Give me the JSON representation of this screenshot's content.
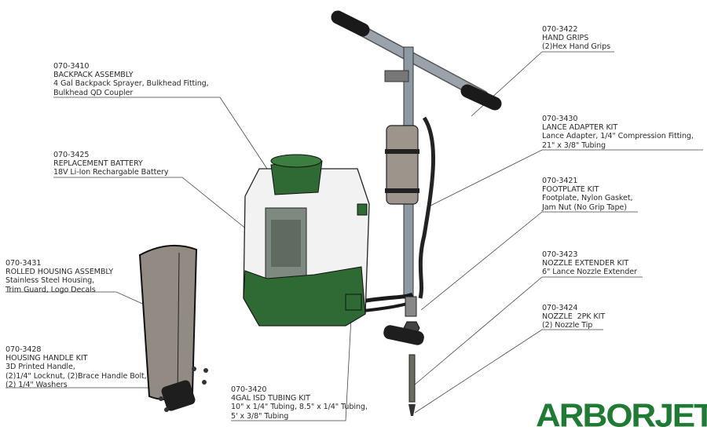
{
  "callouts": [
    {
      "part": "070-3410",
      "title": "BACKPACK ASSEMBLY",
      "lines": [
        "4 Gal Backpack Sprayer, Bulkhead Fitting,",
        "Bulkhead QD Coupler"
      ]
    },
    {
      "part": "070-3425",
      "title": "REPLACEMENT BATTERY",
      "lines": [
        "18V Li-Ion Rechargable Battery"
      ]
    },
    {
      "part": "070-3431",
      "title": "ROLLED HOUSING ASSEMBLY",
      "lines": [
        "Stainless Steel Housing,",
        "Trim Guard, Logo Decals"
      ]
    },
    {
      "part": "070-3428",
      "title": "HOUSING HANDLE KIT",
      "lines": [
        "3D Printed Handle,",
        "(2)1/4\" Locknut, (2)Brace Handle Bolt,",
        "(2) 1/4\" Washers"
      ]
    },
    {
      "part": "070-3422",
      "title": "HAND GRIPS",
      "lines": [
        "(2)Hex Hand Grips"
      ]
    },
    {
      "part": "070-3430",
      "title": "LANCE ADAPTER KIT",
      "lines": [
        "Lance Adapter, 1/4\" Compression Fitting,",
        "21\" x 3/8\" Tubing"
      ]
    },
    {
      "part": "070-3421",
      "title": "FOOTPLATE KIT",
      "lines": [
        "Footplate, Nylon Gasket,",
        "Jam Nut (No Grip Tape)"
      ]
    },
    {
      "part": "070-3423",
      "title": "NOZZLE EXTENDER KIT",
      "lines": [
        "6\" Lance Nozzle Extender"
      ]
    },
    {
      "part": "070-3424",
      "title": "NOZZLE  2PK KIT",
      "lines": [
        "(2) Nozzle Tip"
      ]
    },
    {
      "part": "070-3420",
      "title": "4GAL ISD TUBING KIT",
      "lines": [
        "10\" x 1/4\" Tubing, 8.5\" x 1/4\" Tubing,",
        "5' x 3/8\" Tubing"
      ]
    }
  ],
  "logo": {
    "text": "ARBORJET",
    "mark": "®"
  },
  "colors": {
    "brand_green": "#1f7a34",
    "part_green": "#2f6a34",
    "steel": "#8a8680"
  }
}
